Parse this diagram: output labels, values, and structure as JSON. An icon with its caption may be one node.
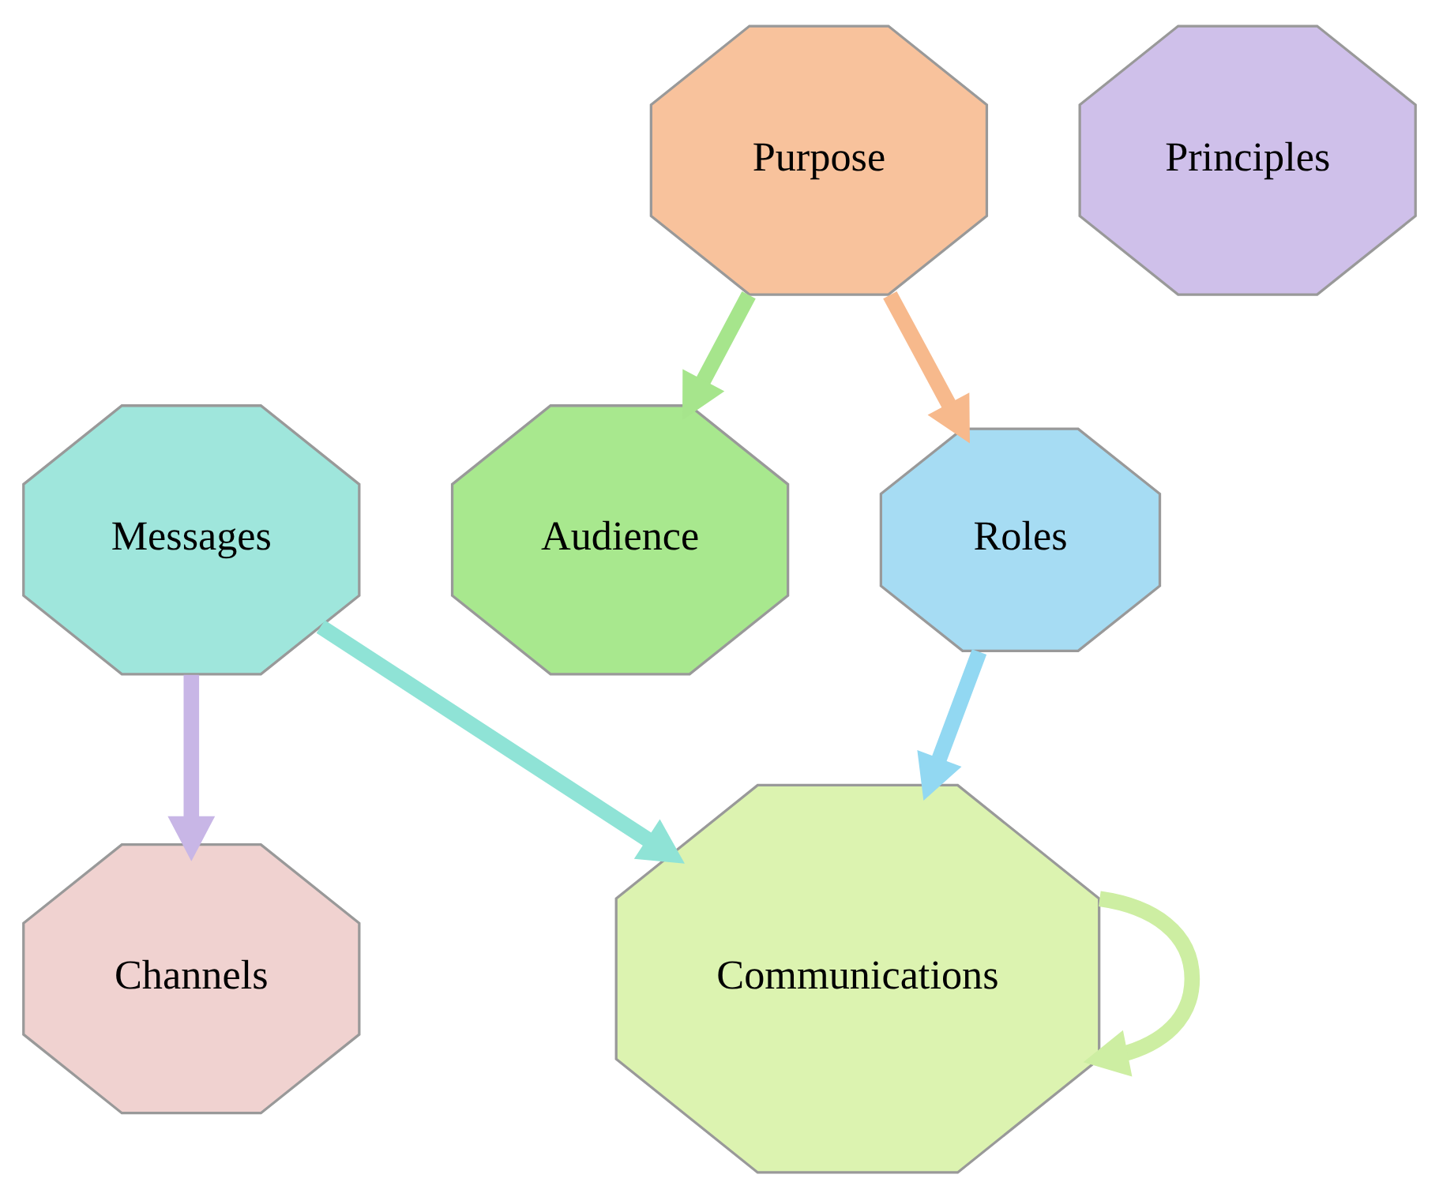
{
  "diagram": {
    "nodes": [
      {
        "text": [
          "Channels"
        ]
      },
      {
        "text": [
          "Audience"
        ]
      },
      {
        "text": [
          "Purpose"
        ]
      },
      {
        "text": [
          "Principles"
        ]
      },
      {
        "text": [
          "Roles"
        ]
      },
      {
        "text": [
          "Messages"
        ]
      },
      {
        "text": [
          "Communications"
        ]
      }
    ],
    "edges": [
      {
        "from": 2,
        "to": 1,
        "arrow": "to",
        "color": "#a6e58c"
      },
      {
        "from": 2,
        "to": 4,
        "arrow": "to",
        "color": "#f7b98c"
      },
      {
        "from": 4,
        "to": 6,
        "arrow": "to",
        "color": "#92d8f2"
      },
      {
        "from": 6,
        "to": 6,
        "arrow": "to",
        "color": "#cdeea2"
      },
      {
        "from": 5,
        "to": 6,
        "arrow": "to",
        "color": "#8fe3d6"
      },
      {
        "from": 5,
        "to": 0,
        "arrow": "to",
        "color": "#c8b6e6"
      }
    ]
  }
}
